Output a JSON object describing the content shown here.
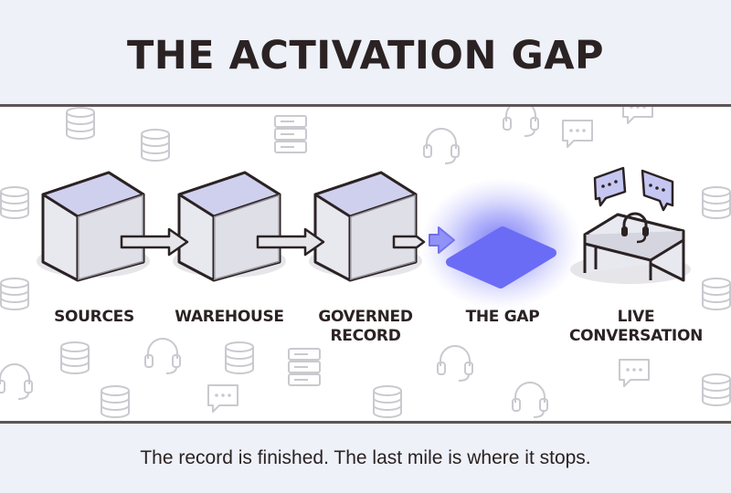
{
  "title": "THE ACTIVATION GAP",
  "caption": "The record is finished. The last mile is where it stops.",
  "stages": [
    {
      "line1": "SOURCES",
      "line2": ""
    },
    {
      "line1": "WAREHOUSE",
      "line2": ""
    },
    {
      "line1": "GOVERNED",
      "line2": "RECORD"
    },
    {
      "line1": "THE GAP",
      "line2": ""
    },
    {
      "line1": "LIVE",
      "line2": "CONVERSATION"
    }
  ],
  "icons": {
    "stage_1": "cube-icon",
    "stage_2": "cube-icon",
    "stage_3": "cube-icon",
    "stage_4": "glowing-gap-tile-icon",
    "stage_5": "desk-with-headset-icon",
    "background": [
      "database-icon",
      "server-rack-icon",
      "headset-icon",
      "chat-bubble-icon"
    ]
  },
  "colors": {
    "ink": "#2b2223",
    "cube_top": "#cfd0ee",
    "cube_face": "#e8e8ef",
    "gap_glow": "#6b6cf5",
    "chat_bubble": "#c5c7f2",
    "background_icons": "#c9c9cf",
    "band": "#eef1f7"
  }
}
